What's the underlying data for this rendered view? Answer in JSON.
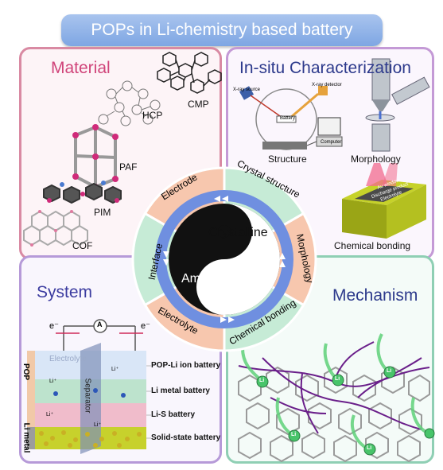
{
  "header": {
    "title": "POPs in Li-chemistry based battery"
  },
  "material": {
    "title": "Material",
    "labels": {
      "hcp": "HCP",
      "cmp": "CMP",
      "paf": "PAF",
      "pim": "PIM",
      "cof": "COF"
    }
  },
  "insitu": {
    "title": "In-situ Characterization",
    "xray_source": "X-ray source",
    "xray_detector": "X-ray detector",
    "battery": "Battery",
    "computer": "Computer",
    "structure": "Structure",
    "morphology": "Morphology",
    "chemical_bonding": "Chemical bonding",
    "layers": [
      "Au window",
      "Discharge product",
      "Electrolyte"
    ]
  },
  "system": {
    "title": "System",
    "electrode_left": "e⁻",
    "electrode_right": "e⁻",
    "ammeter": "A",
    "electrolyte": "Electrolyte",
    "separator": "Separator",
    "pop_label": "POP",
    "li_metal_label": "Li metal",
    "li_ion": "Li⁺",
    "batteries": [
      "POP-Li ion battery",
      "Li metal battery",
      "Li-S battery",
      "Solid-state battery"
    ]
  },
  "mechanism": {
    "title": "Mechanism",
    "li_label": "Li"
  },
  "wheel": {
    "segments": [
      "Electrode",
      "Crystal structure",
      "Morphology",
      "Chemical bonding",
      "Electrolyte",
      "Interface"
    ],
    "crystalline": "Crystalline",
    "amorphous": "Amorphous"
  },
  "colors": {
    "material": "#d98aa3",
    "insitu": "#c49ad6",
    "system": "#b69ad8",
    "mechanism": "#8fcfb4",
    "salmon": "#f7c7ae",
    "mint": "#c6ebd6",
    "arrow_ring": "#6f8fe0"
  }
}
